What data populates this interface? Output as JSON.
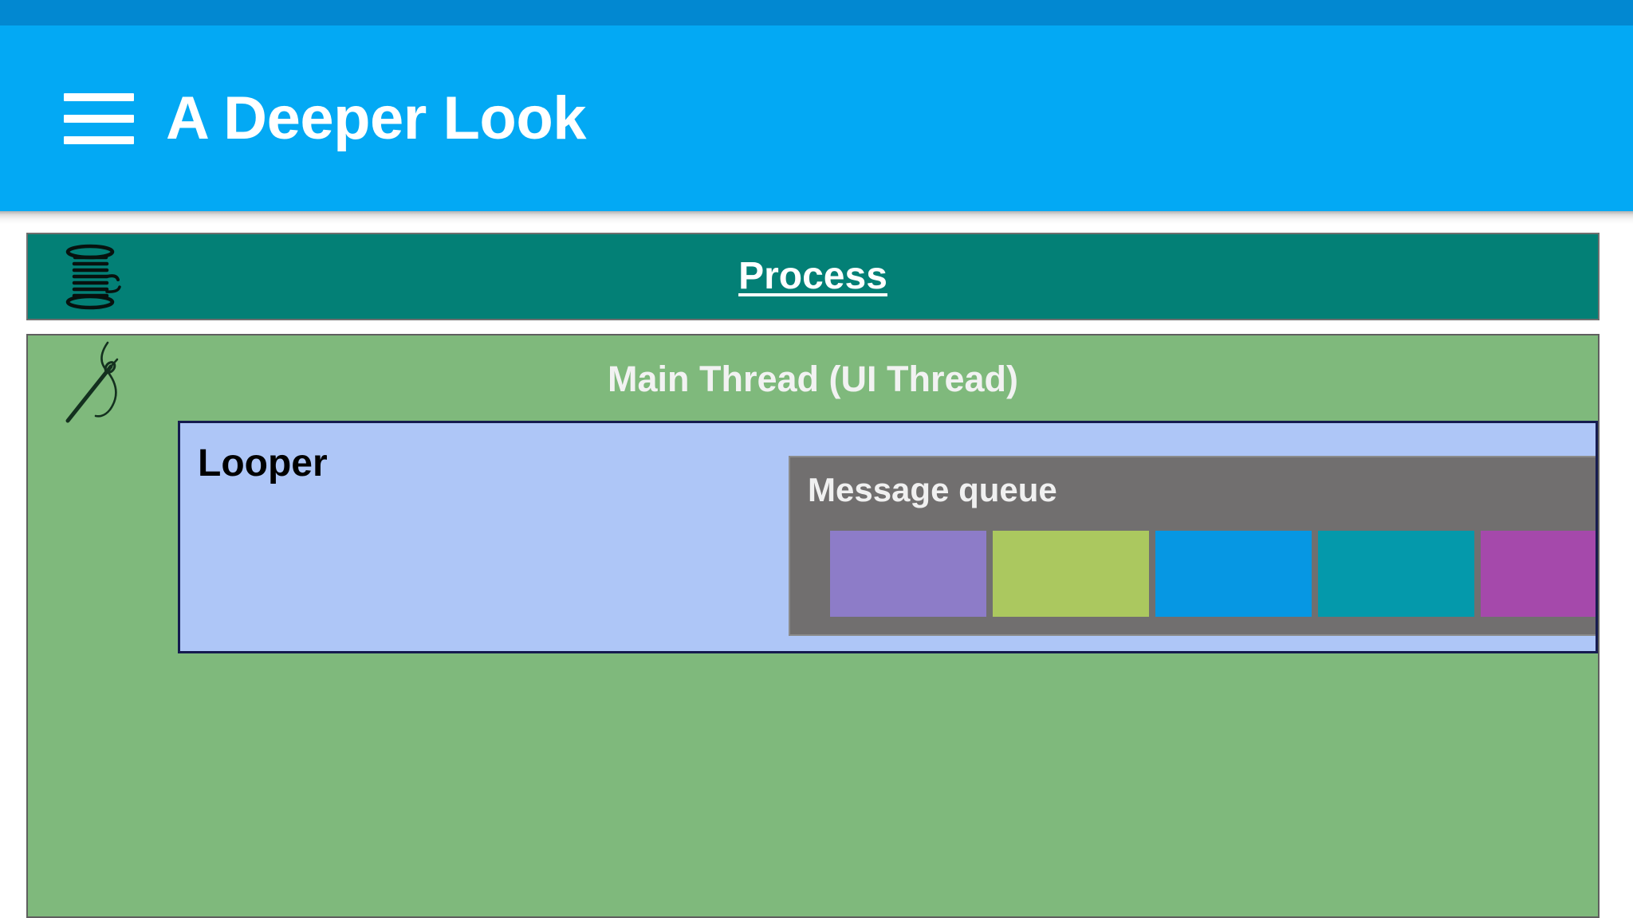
{
  "window": {
    "status_bar_color": "#0288d1"
  },
  "app_bar": {
    "title": "A Deeper Look",
    "background_color": "#03a9f4",
    "text_color": "#ffffff",
    "menu_icon": "hamburger-menu-icon"
  },
  "diagram": {
    "process": {
      "label": "Process",
      "background_color": "#038076",
      "text_color": "#ffffff",
      "icon": "thread-spool-icon"
    },
    "main_thread": {
      "label": "Main Thread (UI Thread)",
      "background_color": "#7fb97c",
      "text_color": "#f2f2f2",
      "icon": "sewing-needle-icon"
    },
    "looper": {
      "label": "Looper",
      "background_color": "#aec6f7",
      "border_color": "#151b4f",
      "text_color": "#000000"
    },
    "message_queue": {
      "label": "Message queue",
      "background_color": "#716f6f",
      "text_color": "#f0f0f0",
      "messages": [
        {
          "name": "message-1",
          "color": "#8d7cc8"
        },
        {
          "name": "message-2",
          "color": "#abc85f"
        },
        {
          "name": "message-3",
          "color": "#0697e3"
        },
        {
          "name": "message-4",
          "color": "#0499ab"
        },
        {
          "name": "message-5",
          "color": "#a549ab"
        }
      ]
    }
  }
}
